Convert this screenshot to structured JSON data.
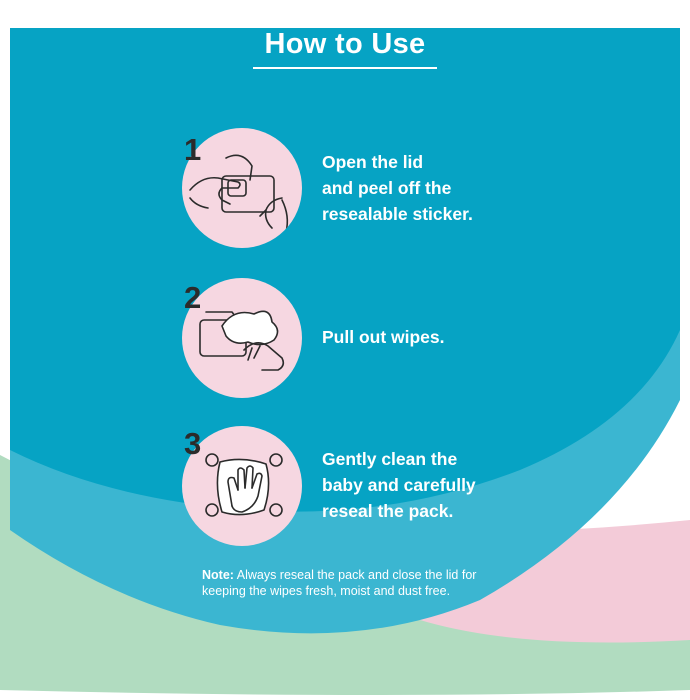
{
  "title": "How to Use",
  "steps": [
    {
      "number": "1",
      "lines": [
        "Open the lid",
        "and peel off the",
        "resealable sticker."
      ],
      "illustration_icon": "open-lid-hands-icon"
    },
    {
      "number": "2",
      "lines": [
        "Pull out wipes."
      ],
      "illustration_icon": "pull-wipe-hands-icon"
    },
    {
      "number": "3",
      "lines": [
        "Gently clean the",
        "baby and carefully",
        "reseal the pack."
      ],
      "illustration_icon": "clean-hand-wipe-icon"
    }
  ],
  "note": {
    "label": "Note:",
    "line1": " Always reseal the pack and close the lid for",
    "line2": "keeping the wipes fresh, moist and dust free."
  },
  "colors": {
    "teal_main": "#06a3c4",
    "teal_light": "#3bb6d1",
    "green_band": "#b1dcc0",
    "pink_band": "#f3cbd8",
    "circle_pink": "#f6d7e1",
    "number_dark": "#2b2b2b",
    "text_white": "#ffffff"
  }
}
